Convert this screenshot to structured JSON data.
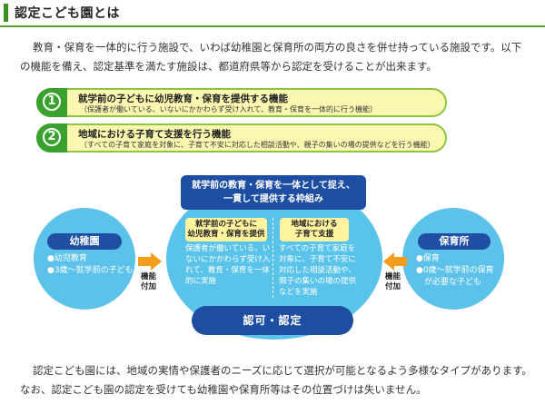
{
  "header": {
    "title": "認定こども園とは"
  },
  "intro": "教育・保育を一体的に行う施設で、いわば幼稚園と保育所の両方の良さを併せ持っている施設です。以下の機能を備え、認定基準を満たす施設は、都道府県等から認定を受けることが出来ます。",
  "functions": [
    {
      "num": "1",
      "title": "就学前の子どもに幼児教育・保育を提供する機能",
      "sub": "（保護者が働いている、いないにかかわらず受け入れて、教育・保育を一体的に行う機能）"
    },
    {
      "num": "2",
      "title": "地域における子育て支援を行う機能",
      "sub": "（すべての子育て家庭を対象に、子育て不安に対応した相談活動や、親子の集いの場の提供などを行う機能）"
    }
  ],
  "diagram": {
    "center_title_1": "就学前の教育・保育を一体として捉え、",
    "center_title_2": "一貫して提供する枠組み",
    "left_box": {
      "line1": "就学前の子どもに",
      "line2": "幼児教育・保育を提供"
    },
    "right_box": {
      "line1": "地域における",
      "line2": "子育て支援"
    },
    "left_text": [
      "保護者が働いている、い",
      "ないにかかわらず受け入",
      "れて、教育・保育を一体",
      "的に実施"
    ],
    "right_text": [
      "すべての子育て家庭を",
      "対象に、子育て不安に",
      "対応した相談活動や、",
      "親子の集いの場の提供",
      "などを実施"
    ],
    "nintei": "認可・認定",
    "youchien": {
      "label": "幼稚園",
      "items": [
        "●幼児教育",
        "●3歳～就学前の子ども"
      ]
    },
    "hoikusho": {
      "label": "保育所",
      "items": [
        "●保育",
        "●0歳～就学前の保育",
        "　が必要な子ども"
      ]
    },
    "kinou_1": "機能",
    "kinou_2": "付加",
    "arrow_color": "#f39c1e"
  },
  "outro": "認定こども園には、地域の実情や保護者のニーズに応じて選択が可能となるよう多様なタイプがあります。なお、認定こども園の認定を受けても幼稚園や保育所等はその位置づけは失いません。"
}
